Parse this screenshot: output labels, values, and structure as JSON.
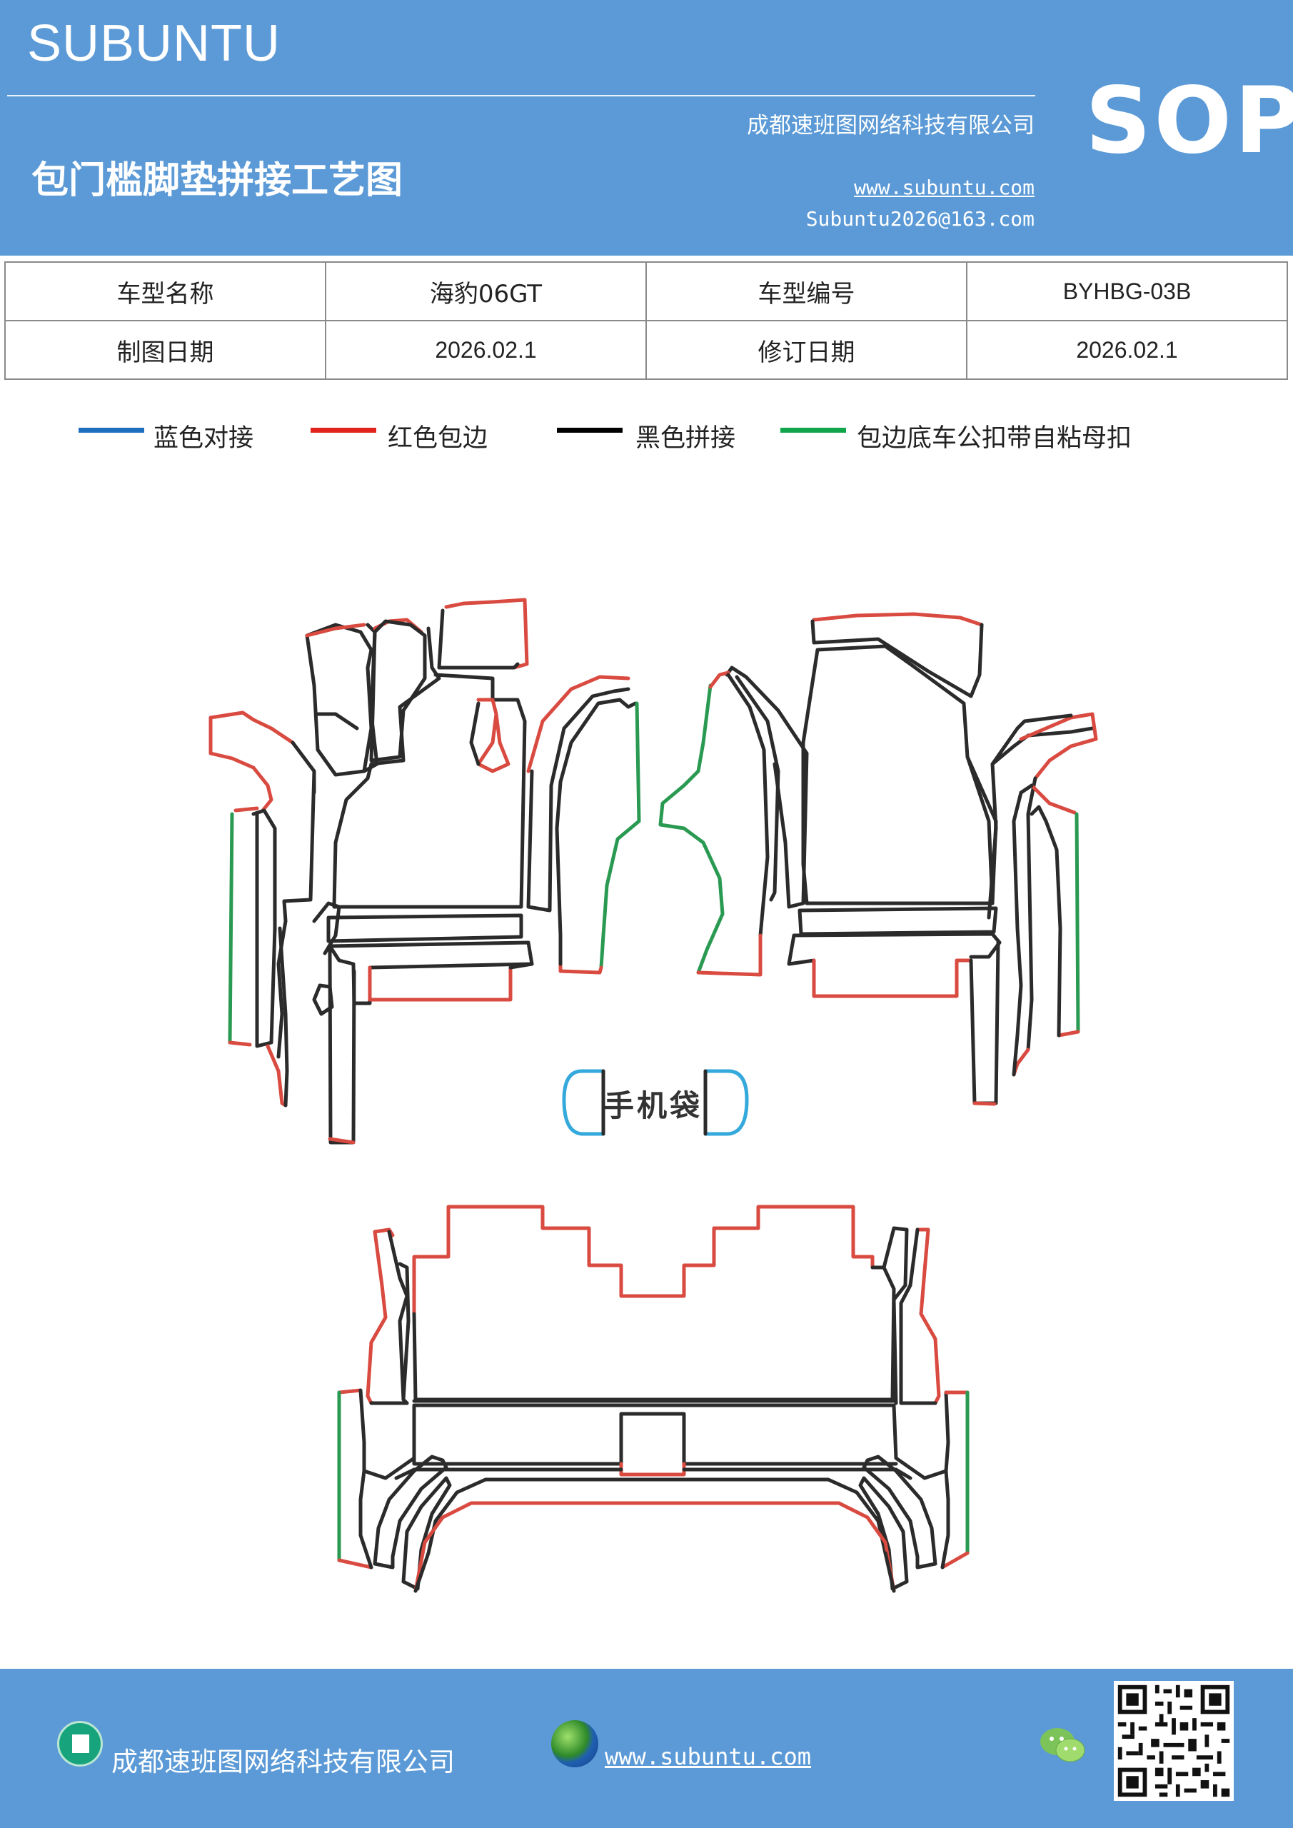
{
  "header": {
    "brand": "SUBUNTU",
    "title": "包门槛脚垫拼接工艺图",
    "company": "成都速班图网络科技有限公司",
    "website": "www.subuntu.com",
    "email": "Subuntu2026@163.com",
    "sop": "SOP"
  },
  "info": {
    "model_name_label": "车型名称",
    "model_name": "海豹06GT",
    "model_code_label": "车型编号",
    "model_code": "BYHBG-03B",
    "draw_date_label": "制图日期",
    "draw_date": "2026.02.1",
    "revision_date_label": "修订日期",
    "revision_date": "2026.02.1"
  },
  "legend": [
    {
      "label": "蓝色对接",
      "color": "#1f6fbf"
    },
    {
      "label": "红色包边",
      "color": "#e0231d"
    },
    {
      "label": "黑色拼接",
      "color": "#000000"
    },
    {
      "label": "包边底车公扣带自粘母扣",
      "color": "#11a54b"
    }
  ],
  "diagram": {
    "phone_bag_label": "手机袋",
    "colors": {
      "black": "#2b2b2b",
      "red": "#d94a40",
      "green": "#2a9a52",
      "blue": "#35a9dc"
    }
  },
  "footer": {
    "company": "成都速班图网络科技有限公司",
    "website": "www.subuntu.com"
  }
}
